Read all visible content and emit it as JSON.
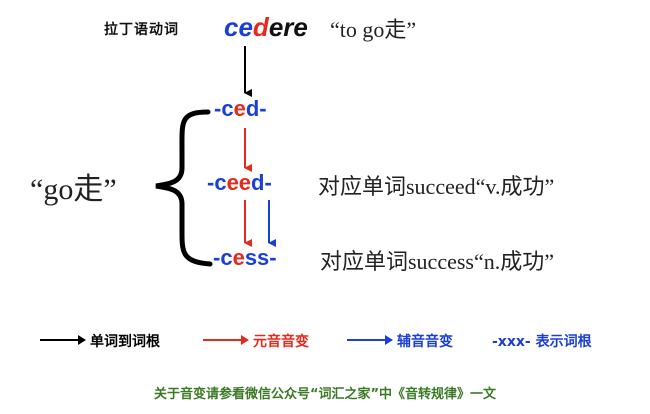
{
  "header": {
    "latin_label": "拉丁语动词",
    "word": {
      "part1": "ce",
      "part2": "d",
      "part3": "ere"
    },
    "gloss": "“to go走”"
  },
  "left_gloss": "“go走”",
  "roots": [
    {
      "pre": "-c",
      "vowel": "e",
      "post": "d-",
      "desc": ""
    },
    {
      "pre": "-c",
      "vowel": "ee",
      "post": "d-",
      "desc": "对应单词succeed“v.成功”"
    },
    {
      "pre": "-c",
      "vowel": "e",
      "post": "ss-",
      "desc": "对应单词success“n.成功”"
    }
  ],
  "legend": {
    "items": [
      {
        "label": "单词到词根",
        "color": "#000000"
      },
      {
        "label": "元音音变",
        "color": "#e52a1c"
      },
      {
        "label": "辅音音变",
        "color": "#1a3fd6"
      }
    ],
    "root_note": "-xxx- 表示词根"
  },
  "footer": "关于音变请参看微信公众号“词汇之家”中《音转规律》一文",
  "colors": {
    "blue": "#1a3fd6",
    "red": "#e52a1c",
    "black": "#000000",
    "green": "#3a7a25"
  }
}
